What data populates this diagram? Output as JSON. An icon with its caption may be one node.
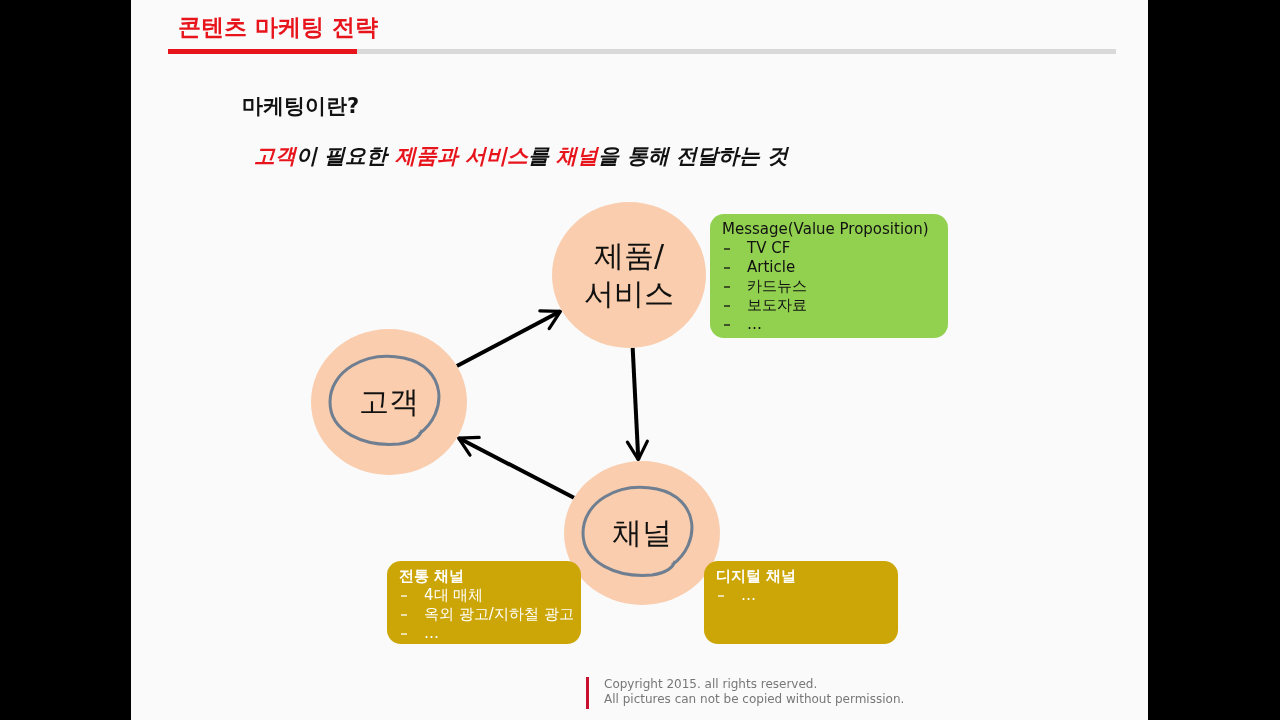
{
  "diagram": {
    "title": "콘텐츠 마케팅 전략",
    "nodes": [
      {
        "text": [
          "제품/ 서비스"
        ]
      },
      {
        "text": [
          "고객"
        ]
      },
      {
        "text": [
          "채널"
        ]
      },
      {
        "text": [
          "Message(Value Proposition)",
          "TV CF",
          "Article",
          "카드뉴스",
          "보도자료",
          "…"
        ]
      },
      {
        "text": [
          "전통 채널",
          "4대 매체",
          "옥외 광고/지하철 광고",
          "…"
        ]
      },
      {
        "text": [
          "디지털 채널",
          "…"
        ]
      }
    ],
    "edges": [
      {
        "from": 1,
        "to": 0,
        "arrow": "to"
      },
      {
        "from": 0,
        "to": 2,
        "arrow": "to"
      },
      {
        "from": 2,
        "to": 1,
        "arrow": "to"
      }
    ],
    "labels": [
      "마케팅이란?",
      "**고객**이 필요한 **제품과 서비스**를 **채널**을 통해 전달하는 것",
      "Copyright 2015. all rights reserved.",
      "All pictures can not be copied without permission."
    ]
  }
}
